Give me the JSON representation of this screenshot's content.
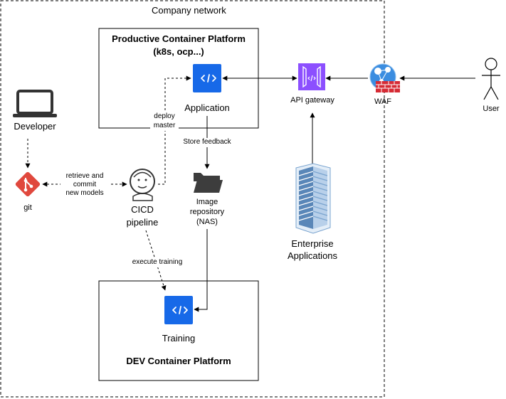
{
  "network": {
    "label": "Company network"
  },
  "prod_platform": {
    "title_line1": "Productive Container Platform",
    "title_line2": "(k8s, ocp...)"
  },
  "dev_platform": {
    "title": "DEV Container Platform"
  },
  "nodes": {
    "application": "Application",
    "api_gateway": "API gateway",
    "waf": "WAF",
    "user": "User",
    "developer": "Developer",
    "git": "git",
    "cicd_line1": "CICD",
    "cicd_line2": "pipeline",
    "image_repo_line1": "Image",
    "image_repo_line2": "repository",
    "image_repo_line3": "(NAS)",
    "enterprise_line1": "Enterprise",
    "enterprise_line2": "Applications",
    "training": "Training"
  },
  "edges": {
    "deploy_line1": "deploy",
    "deploy_line2": "master",
    "store_feedback": "Store feedback",
    "retrieve_line1": "retrieve and",
    "retrieve_line2": "commit",
    "retrieve_line3": "new models",
    "execute_training": "execute training"
  },
  "colors": {
    "container_blue": "#1769e8",
    "api_gateway_purple": "#8c4fff",
    "git_red": "#e0483d",
    "waf_blue": "#3b8de0",
    "waf_brick": "#d62b35",
    "server_blue": "#7aa4cf",
    "folder_dark": "#3d3d3d"
  }
}
